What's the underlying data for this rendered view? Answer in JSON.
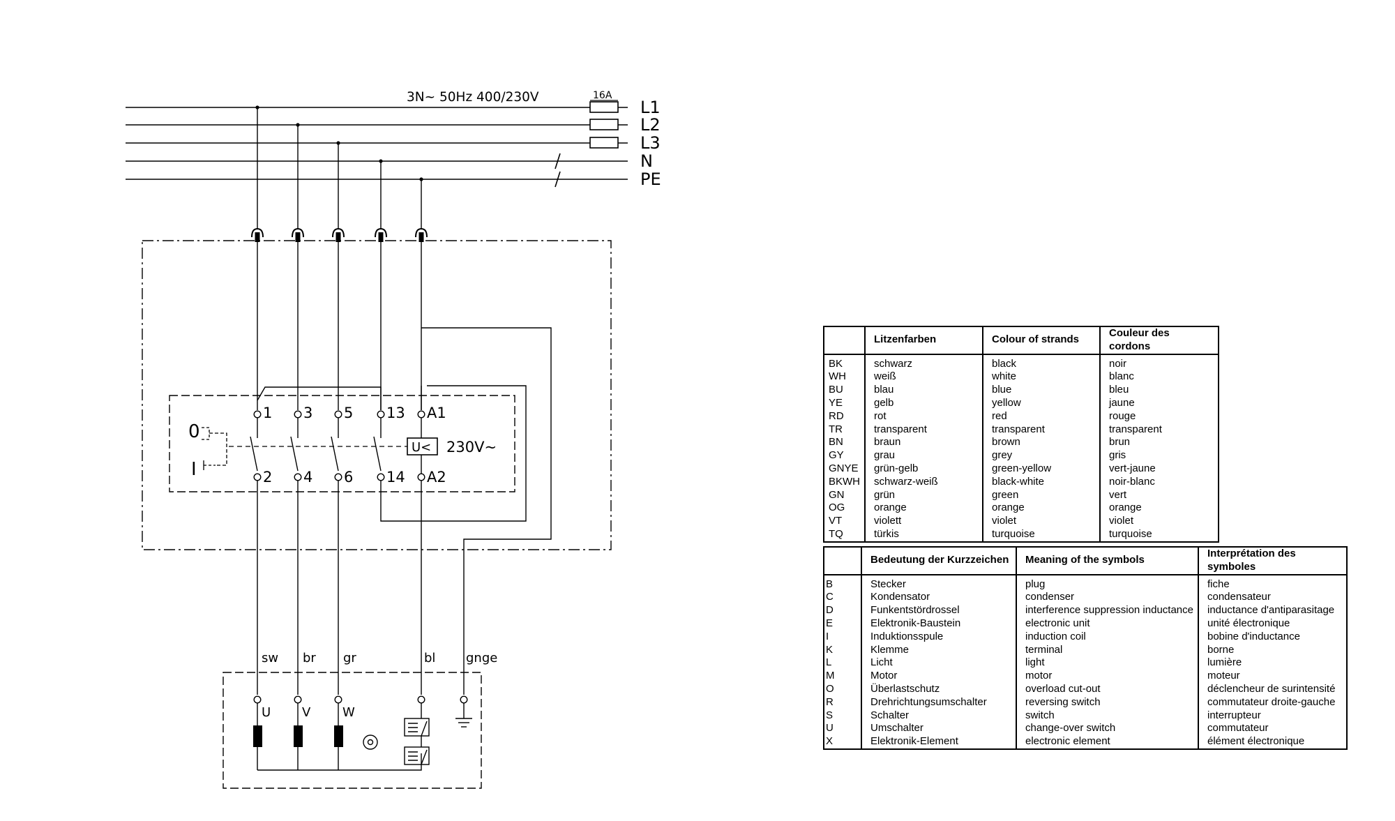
{
  "supply": {
    "spec": "3N~ 50Hz 400/230V",
    "fuse_rating": "16A",
    "lines": [
      "L1",
      "L2",
      "L3",
      "N",
      "PE"
    ]
  },
  "controller": {
    "contacts": [
      "1",
      "3",
      "5",
      "13",
      "A1",
      "2",
      "4",
      "6",
      "14",
      "A2"
    ],
    "coil_label": "U<",
    "coil_voltage": "230V~",
    "switch_off_label": "0",
    "switch_on_label": "I"
  },
  "motor": {
    "wire_colours": [
      "sw",
      "br",
      "gr",
      "bl",
      "gnge"
    ],
    "terminals": [
      "U",
      "V",
      "W"
    ]
  },
  "colour_table": {
    "headers": [
      "",
      "Litzenfarben",
      "Colour of strands",
      "Couleur des cordons"
    ],
    "rows": [
      [
        "BK",
        "schwarz",
        "black",
        "noir"
      ],
      [
        "WH",
        "weiß",
        "white",
        "blanc"
      ],
      [
        "BU",
        "blau",
        "blue",
        "bleu"
      ],
      [
        "YE",
        "gelb",
        "yellow",
        "jaune"
      ],
      [
        "RD",
        "rot",
        "red",
        "rouge"
      ],
      [
        "TR",
        "transparent",
        "transparent",
        "transparent"
      ],
      [
        "BN",
        "braun",
        "brown",
        "brun"
      ],
      [
        "GY",
        "grau",
        "grey",
        "gris"
      ],
      [
        "GNYE",
        "grün-gelb",
        "green-yellow",
        "vert-jaune"
      ],
      [
        "BKWH",
        "schwarz-weiß",
        "black-white",
        "noir-blanc"
      ],
      [
        "GN",
        "grün",
        "green",
        "vert"
      ],
      [
        "OG",
        "orange",
        "orange",
        "orange"
      ],
      [
        "VT",
        "violett",
        "violet",
        "violet"
      ],
      [
        "TQ",
        "türkis",
        "turquoise",
        "turquoise"
      ]
    ]
  },
  "symbol_table": {
    "headers": [
      "",
      "Bedeutung der Kurzzeichen",
      "Meaning of the symbols",
      "Interprétation des symboles"
    ],
    "rows": [
      [
        "B",
        "Stecker",
        "plug",
        "fiche"
      ],
      [
        "C",
        "Kondensator",
        "condenser",
        "condensateur"
      ],
      [
        "D",
        "Funkentstördrossel",
        "interference suppression inductance",
        "inductance d'antiparasitage"
      ],
      [
        "E",
        "Elektronik-Baustein",
        "electronic unit",
        "unité électronique"
      ],
      [
        "I",
        "Induktionsspule",
        "induction coil",
        "bobine d'inductance"
      ],
      [
        "K",
        "Klemme",
        "terminal",
        "borne"
      ],
      [
        "L",
        "Licht",
        "light",
        "lumière"
      ],
      [
        "M",
        "Motor",
        "motor",
        "moteur"
      ],
      [
        "O",
        "Überlastschutz",
        "overload cut-out",
        "déclencheur de surintensité"
      ],
      [
        "R",
        "Drehrichtungsumschalter",
        "reversing switch",
        "commutateur droite-gauche"
      ],
      [
        "S",
        "Schalter",
        "switch",
        "interrupteur"
      ],
      [
        "U",
        "Umschalter",
        "change-over switch",
        "commutateur"
      ],
      [
        "X",
        "Elektronik-Element",
        "electronic element",
        "élément électronique"
      ]
    ]
  }
}
